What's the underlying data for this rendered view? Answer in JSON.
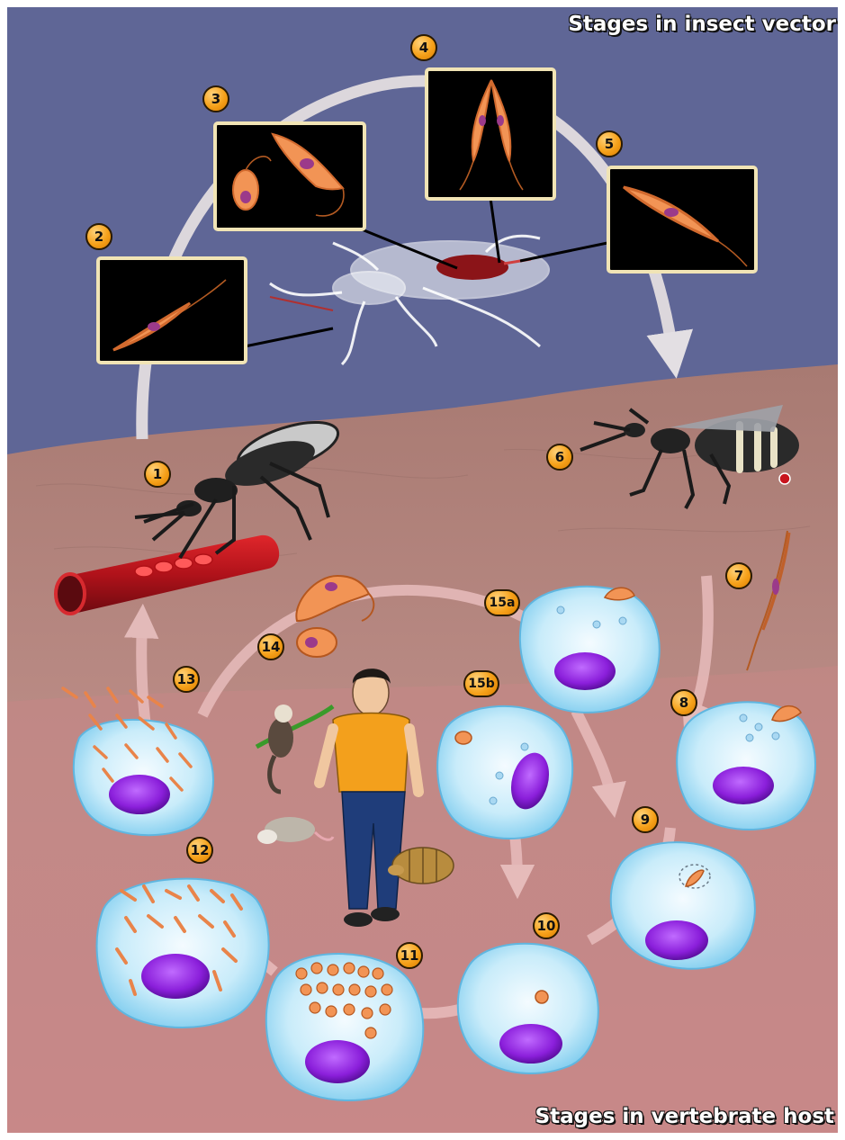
{
  "titles": {
    "insect_vector": "Stages in insect vector",
    "vertebrate_host": "Stages in vertebrate host"
  },
  "stages": [
    {
      "id": "s1",
      "label": "1"
    },
    {
      "id": "s2",
      "label": "2"
    },
    {
      "id": "s3",
      "label": "3"
    },
    {
      "id": "s4",
      "label": "4"
    },
    {
      "id": "s5",
      "label": "5"
    },
    {
      "id": "s6",
      "label": "6"
    },
    {
      "id": "s7",
      "label": "7"
    },
    {
      "id": "s8",
      "label": "8"
    },
    {
      "id": "s9",
      "label": "9"
    },
    {
      "id": "s10",
      "label": "10"
    },
    {
      "id": "s11",
      "label": "11"
    },
    {
      "id": "s12",
      "label": "12"
    },
    {
      "id": "s13",
      "label": "13"
    },
    {
      "id": "s14",
      "label": "14"
    },
    {
      "id": "s15a",
      "label": "15a"
    },
    {
      "id": "s15b",
      "label": "15b"
    }
  ],
  "colors": {
    "sky": "#5f6696",
    "skin": "#b5877f",
    "flesh": "#c48585",
    "cell": "#bfe6f7",
    "nucleus": "#8a1fd6",
    "parasite": "#e98a4e",
    "badge": "#f6a11a",
    "panel_frame": "#f1e4b5"
  }
}
